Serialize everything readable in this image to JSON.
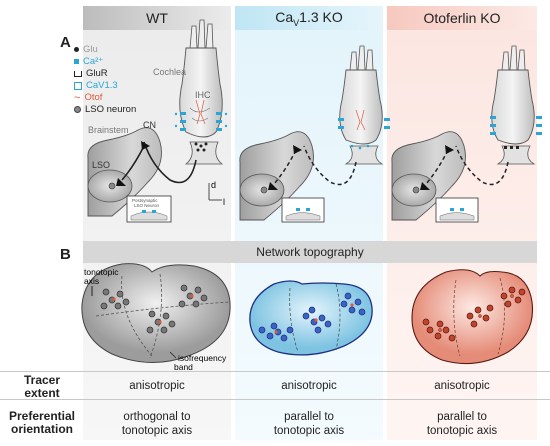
{
  "headers": {
    "wt": "WT",
    "cav": "Ca",
    "cav_sub": "V",
    "cav_rest": "1.3 KO",
    "otof": "Otoferlin KO"
  },
  "panel_labels": {
    "a": "A",
    "b": "B"
  },
  "legend": [
    {
      "label": "Glu",
      "color": "#9a9a9a",
      "icon": "dot-icon"
    },
    {
      "label": "Ca²⁺",
      "color": "#2aa6d6",
      "icon": "square-icon"
    },
    {
      "label": "GluR",
      "color": "#333333",
      "icon": "receptor-icon"
    },
    {
      "label": "CaV1.3",
      "color": "#2aa6d6",
      "icon": "channel-icon"
    },
    {
      "label": "Otof",
      "color": "#e05a3a",
      "icon": "tilde-icon"
    },
    {
      "label": "LSO neuron",
      "color": "#777777",
      "icon": "neuron-icon"
    }
  ],
  "labels_a": {
    "cochlea": "Cochlea",
    "ihc": "IHC",
    "brainstem": "Brainstem",
    "cn": "CN",
    "lso": "LSO",
    "d": "d",
    "l": "l",
    "postsyn1": "Postsynaptic",
    "postsyn2": "LSO Neuron"
  },
  "network_topography": "Network topography",
  "labels_b": {
    "tonotopic": "tonotopic",
    "axis": "axis",
    "isofrequency": "isofrequency",
    "band": "band"
  },
  "rows": {
    "tracer_label_1": "Tracer",
    "tracer_label_2": "extent",
    "tracer_values": [
      "anisotropic",
      "anisotropic",
      "anisotropic"
    ],
    "pref_label_1": "Preferential",
    "pref_label_2": "orientation",
    "pref_values": [
      [
        "orthogonal to",
        "tonotopic axis"
      ],
      [
        "parallel to",
        "tonotopic axis"
      ],
      [
        "parallel to",
        "tonotopic axis"
      ]
    ]
  },
  "colors": {
    "wt_bg": "#ececec",
    "cav_bg": "#eaf6fc",
    "otof_bg": "#fdeeeb",
    "wt_hdr": "#bdbdbd",
    "cav_hdr": "#bde4f3",
    "otof_hdr": "#f6c7bd",
    "band": "#d7d7d7",
    "cav_accent": "#2aa6d6",
    "otof_accent": "#e05a3a"
  }
}
